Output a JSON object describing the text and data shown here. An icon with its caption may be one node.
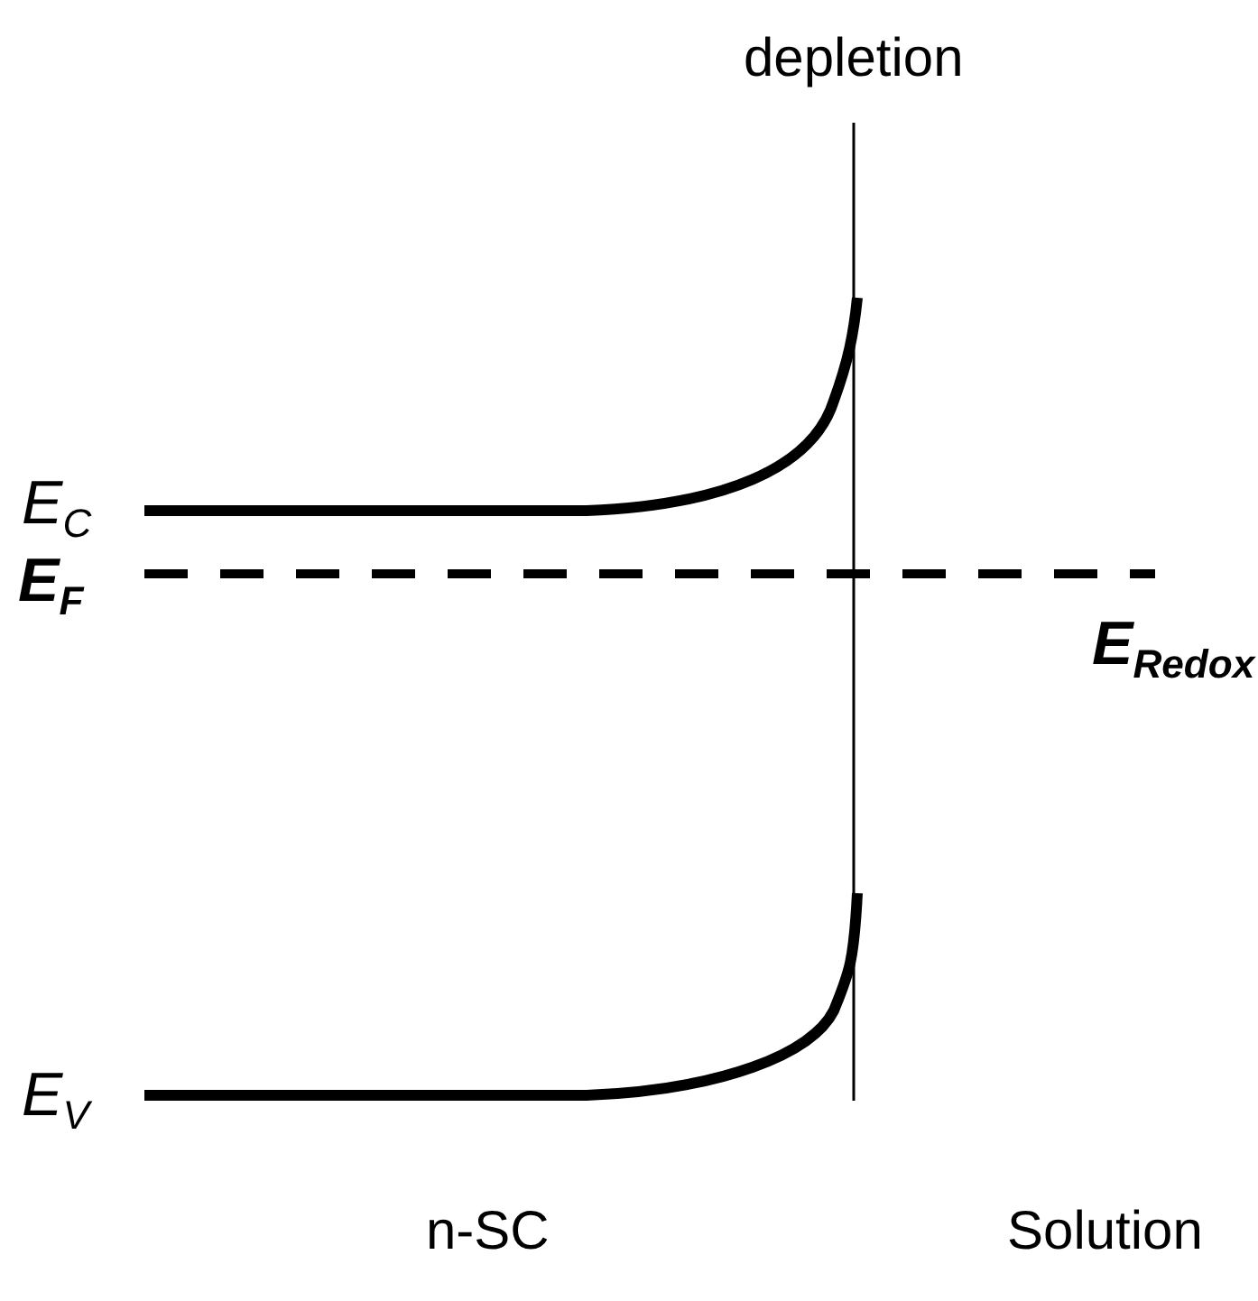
{
  "diagram": {
    "labels": [
      "depletion",
      "E$_{C}$",
      "E$_{F}$",
      "E$_{Redox}$",
      "E$_{V}$",
      "n-SC",
      "Solution"
    ]
  }
}
